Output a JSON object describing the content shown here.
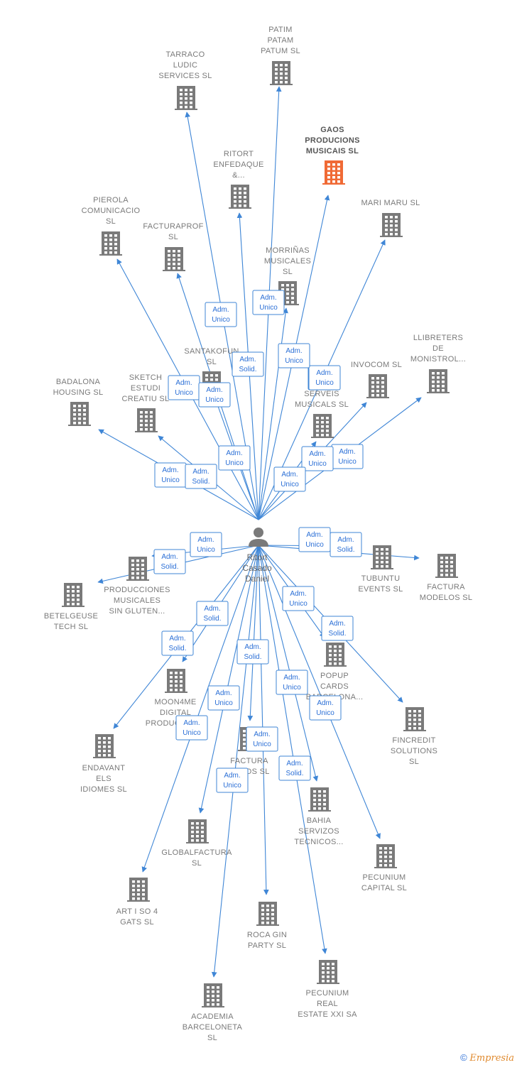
{
  "center": {
    "id": "person",
    "name_lines": [
      "Ritort",
      "Casado",
      "Daniel"
    ]
  },
  "nodes": [
    {
      "id": "n_patim",
      "lines": [
        "PATIM",
        "PATAM",
        "PATUM  SL"
      ],
      "highlight": false
    },
    {
      "id": "n_tarraco",
      "lines": [
        "TARRACO",
        "LUDIC",
        "SERVICES  SL"
      ],
      "highlight": false
    },
    {
      "id": "n_gaos",
      "lines": [
        "GAOS",
        "PRODUCIONS",
        "MUSICAIS  SL"
      ],
      "highlight": true
    },
    {
      "id": "n_ritort",
      "lines": [
        "RITORT",
        "ENFEDAQUE",
        "&..."
      ],
      "highlight": false
    },
    {
      "id": "n_marimaru",
      "lines": [
        "MARI MARU  SL"
      ],
      "highlight": false
    },
    {
      "id": "n_pierola",
      "lines": [
        "PIEROLA",
        "COMUNICACIO",
        "SL"
      ],
      "highlight": false
    },
    {
      "id": "n_facturaprof",
      "lines": [
        "FACTURAPROF",
        "SL"
      ],
      "highlight": false
    },
    {
      "id": "n_morrinas",
      "lines": [
        "MORRIÑAS",
        "MUSICALES",
        "SL"
      ],
      "highlight": false
    },
    {
      "id": "n_llibreters",
      "lines": [
        "LLIBRETERS",
        "DE",
        "MONISTROL..."
      ],
      "highlight": false
    },
    {
      "id": "n_santakofun",
      "lines": [
        "SANTAKOFUN",
        "SL"
      ],
      "highlight": false
    },
    {
      "id": "n_invocom",
      "lines": [
        "INVOCOM  SL"
      ],
      "highlight": false
    },
    {
      "id": "n_serveis",
      "lines": [
        "E...",
        "SERVEIS",
        "MUSICALS  SL"
      ],
      "highlight": false
    },
    {
      "id": "n_badalona",
      "lines": [
        "BADALONA",
        "HOUSING  SL"
      ],
      "highlight": false
    },
    {
      "id": "n_sketch",
      "lines": [
        "SKETCH",
        "ESTUDI",
        "CREATIU  SL"
      ],
      "highlight": false
    },
    {
      "id": "n_producciones",
      "lines": [
        "PRODUCCIONES",
        "MUSICALES",
        "SIN GLUTEN..."
      ],
      "highlight": false
    },
    {
      "id": "n_betelgeuse",
      "lines": [
        "BETELGEUSE",
        "TECH  SL"
      ],
      "highlight": false
    },
    {
      "id": "n_tubuntu",
      "lines": [
        "TUBUNTU",
        "EVENTS  SL"
      ],
      "highlight": false
    },
    {
      "id": "n_facturamodelos",
      "lines": [
        "FACTURA",
        "MODELOS  SL"
      ],
      "highlight": false
    },
    {
      "id": "n_popup",
      "lines": [
        "POPUP",
        "CARDS",
        "BARCELONA..."
      ],
      "highlight": false
    },
    {
      "id": "n_moon4me",
      "lines": [
        "MOON4ME",
        "DIGITAL",
        "PRODUCTIONS"
      ],
      "highlight": false
    },
    {
      "id": "n_fincredit",
      "lines": [
        "FINCREDIT",
        "SOLUTIONS",
        "SL"
      ],
      "highlight": false
    },
    {
      "id": "n_endavant",
      "lines": [
        "ENDAVANT",
        "ELS",
        "IDIOMES  SL"
      ],
      "highlight": false
    },
    {
      "id": "n_facturacards",
      "lines": [
        "FACTURA",
        "CARDS  SL"
      ],
      "highlight": false
    },
    {
      "id": "n_bahia",
      "lines": [
        "BAHIA",
        "SERVIZOS",
        "TECNICOS..."
      ],
      "highlight": false
    },
    {
      "id": "n_globalfactura",
      "lines": [
        "GLOBALFACTURA",
        "SL"
      ],
      "highlight": false
    },
    {
      "id": "n_pecuniumcap",
      "lines": [
        "PECUNIUM",
        "CAPITAL  SL"
      ],
      "highlight": false
    },
    {
      "id": "n_art",
      "lines": [
        "ART I SO 4",
        "GATS  SL"
      ],
      "highlight": false
    },
    {
      "id": "n_rocagin",
      "lines": [
        "ROCA GIN",
        "PARTY  SL"
      ],
      "highlight": false
    },
    {
      "id": "n_pecuniumreal",
      "lines": [
        "PECUNIUM",
        "REAL",
        "ESTATE XXI SA"
      ],
      "highlight": false
    },
    {
      "id": "n_academia",
      "lines": [
        "ACADEMIA",
        "BARCELONETA",
        "SL"
      ],
      "highlight": false
    }
  ],
  "edges": [
    {
      "to": "n_patim",
      "role": [
        "Adm.",
        "Unico"
      ]
    },
    {
      "to": "n_tarraco",
      "role": [
        "Adm.",
        "Unico"
      ]
    },
    {
      "to": "n_gaos",
      "role": [
        "Adm.",
        "Unico"
      ]
    },
    {
      "to": "n_ritort",
      "role": [
        "Adm.",
        "Solid."
      ]
    },
    {
      "to": "n_marimaru",
      "role": [
        "Adm.",
        "Unico"
      ]
    },
    {
      "to": "n_pierola",
      "role": [
        "Adm.",
        "Unico"
      ]
    },
    {
      "to": "n_facturaprof",
      "role": [
        "Adm.",
        "Unico"
      ]
    },
    {
      "to": "n_morrinas",
      "role": [
        "Adm.",
        "Unico"
      ]
    },
    {
      "to": "n_llibreters",
      "role": [
        "Adm.",
        "Unico"
      ]
    },
    {
      "to": "n_santakofun",
      "role": [
        "Adm.",
        "Unico"
      ]
    },
    {
      "to": "n_invocom",
      "role": [
        "Adm.",
        "Unico"
      ]
    },
    {
      "to": "n_serveis",
      "role": [
        "Adm.",
        "Unico"
      ]
    },
    {
      "to": "n_badalona",
      "role": [
        "Adm.",
        "Unico"
      ]
    },
    {
      "to": "n_sketch",
      "role": [
        "Adm.",
        "Solid."
      ]
    },
    {
      "to": "n_producciones",
      "role": [
        "Adm.",
        "Unico"
      ]
    },
    {
      "to": "n_betelgeuse",
      "role": [
        "Adm.",
        "Solid."
      ]
    },
    {
      "to": "n_tubuntu",
      "role": [
        "Adm.",
        "Unico"
      ]
    },
    {
      "to": "n_facturamodelos",
      "role": [
        "Adm.",
        "Solid."
      ]
    },
    {
      "to": "n_popup",
      "role": [
        "Adm.",
        "Unico"
      ]
    },
    {
      "to": "n_moon4me",
      "role": [
        "Adm.",
        "Solid."
      ]
    },
    {
      "to": "n_fincredit",
      "role": [
        "Adm.",
        "Solid."
      ]
    },
    {
      "to": "n_endavant",
      "role": [
        "Adm.",
        "Solid."
      ]
    },
    {
      "to": "n_facturacards",
      "role": [
        "Adm.",
        "Solid."
      ]
    },
    {
      "to": "n_bahia",
      "role": [
        "Adm.",
        "Unico"
      ]
    },
    {
      "to": "n_globalfactura",
      "role": [
        "Adm.",
        "Unico"
      ]
    },
    {
      "to": "n_pecuniumcap",
      "role": [
        "Adm.",
        "Unico"
      ]
    },
    {
      "to": "n_art",
      "role": [
        "Adm.",
        "Unico"
      ]
    },
    {
      "to": "n_rocagin",
      "role": [
        "Adm.",
        "Unico"
      ]
    },
    {
      "to": "n_pecuniumreal",
      "role": [
        "Adm.",
        "Solid."
      ]
    },
    {
      "to": "n_academia",
      "role": [
        "Adm.",
        "Unico"
      ]
    }
  ],
  "colors": {
    "edge": "#3f86d6",
    "badge_text": "#2b6fd6",
    "building": "#7a7a7a",
    "building_highlight": "#f06a35",
    "person": "#7a7a7a"
  },
  "footer": {
    "copyright": "©",
    "brand": "Empresia"
  }
}
